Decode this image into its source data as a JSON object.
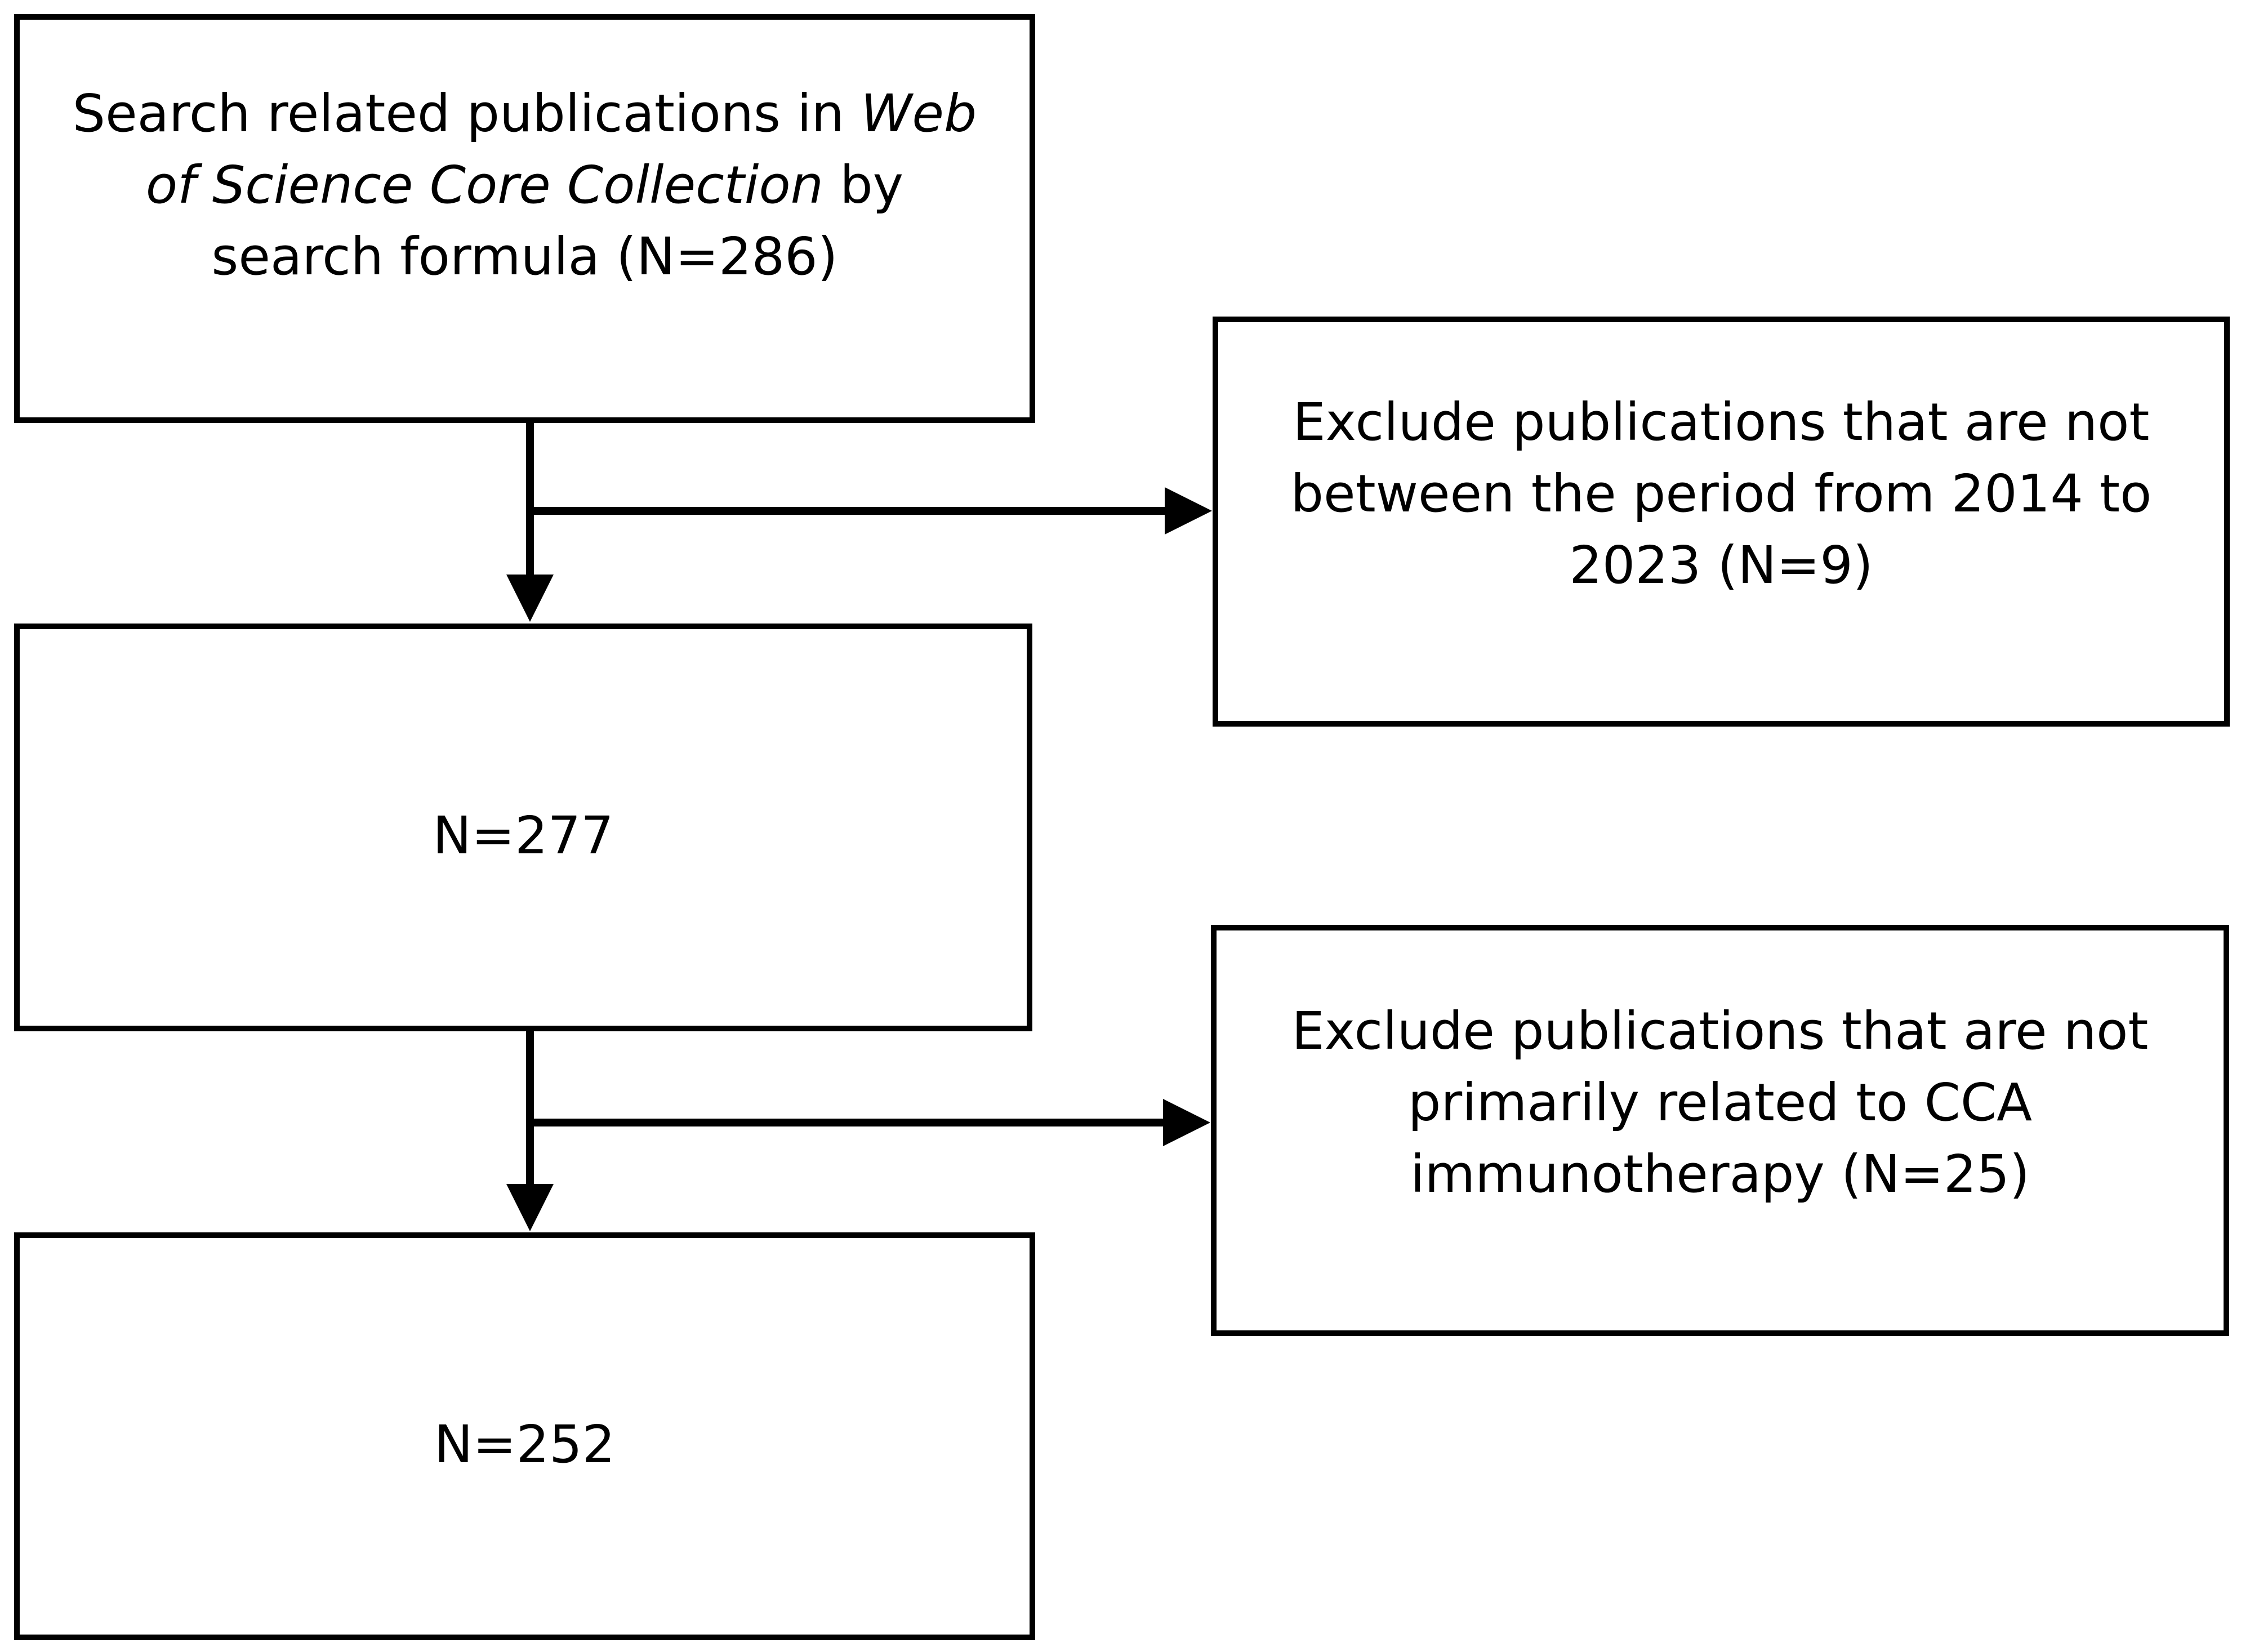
{
  "flowchart": {
    "search_box": {
      "text_before": "Search related publications in ",
      "text_italic": "Web of Science  Core Collection",
      "text_after": " by search formula (N=286)"
    },
    "step_1_box": {
      "text": "N=277"
    },
    "step_2_box": {
      "text": "N=252"
    },
    "exclude_box_1": {
      "text": "Exclude publications that are not between the period  from 2014 to 2023 (N=9)"
    },
    "exclude_box_2": {
      "text": "Exclude publications that are not primarily related to CCA immunotherapy (N=25)"
    }
  },
  "colors": {
    "stroke": "#000000",
    "background": "#ffffff"
  }
}
